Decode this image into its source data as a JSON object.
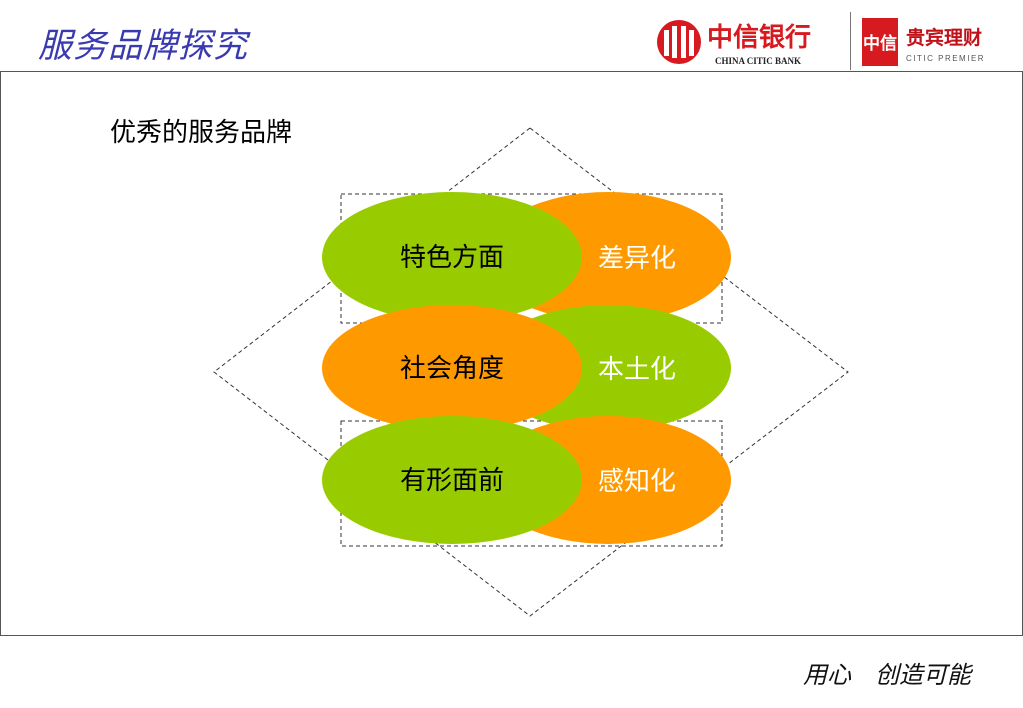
{
  "header": {
    "title": "服务品牌探究",
    "logo_citic_cn": "中信银行",
    "logo_citic_en": "CHINA CITIC BANK",
    "logo_premier_cn": "贵宾理财",
    "logo_premier_en": "CITIC PREMIER",
    "logo_premier_mark": "中信"
  },
  "subtitle": "优秀的服务品牌",
  "diagram": {
    "rows": [
      {
        "left": "特色方面",
        "right": "差异化",
        "front_color": "#99cc00",
        "back_color": "#ff9900"
      },
      {
        "left": "社会角度",
        "right": "本土化",
        "front_color": "#ff9900",
        "back_color": "#99cc00"
      },
      {
        "left": "有形面前",
        "right": "感知化",
        "front_color": "#99cc00",
        "back_color": "#ff9900"
      }
    ]
  },
  "colors": {
    "title": "#3a3ab0",
    "brand_red": "#d71920",
    "green": "#99cc00",
    "orange": "#ff9900"
  },
  "footer": {
    "slogan": "用心　创造可能"
  }
}
